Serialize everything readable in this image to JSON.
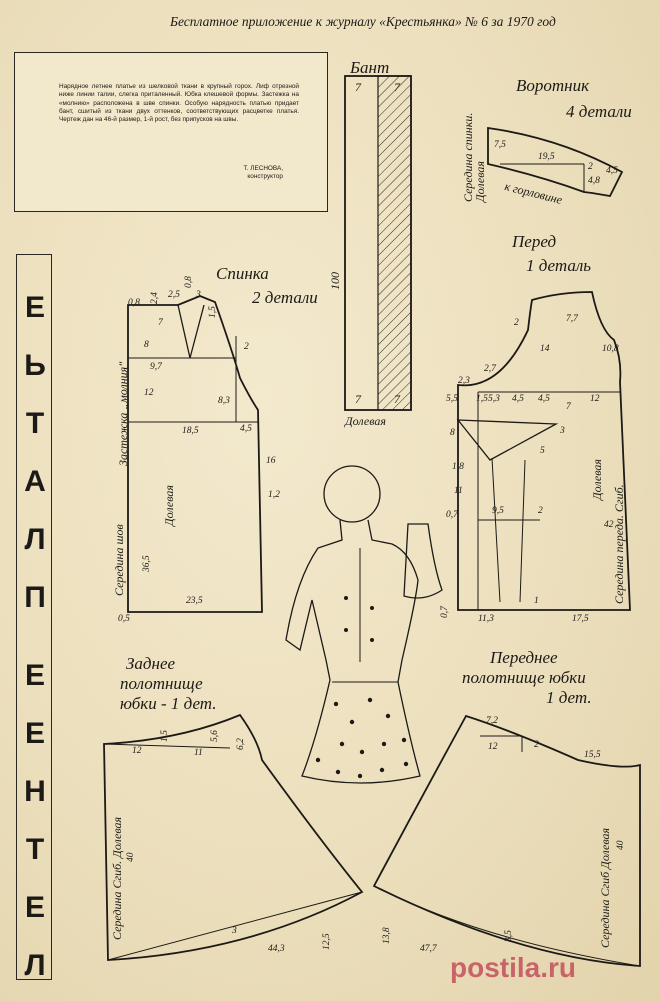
{
  "header": {
    "text": "Бесплатное приложение к журналу «Крестьянка» № 6 за 1970 год"
  },
  "description": {
    "body": "Нарядное летнее платье из шелковой ткани в крупный горох. Лиф отрезной ниже линии талии, слегка приталенный. Юбка клешевой формы. Застежка на «молнию» расположена в шве спинки. Особую нарядность платью придает бант, сшитый из ткани двух оттенков, соответствующих расцветке платья. Чертеж дан на 46-й размер, 1-й рост, без припусков на швы.",
    "author": "Т. ЛЕСНОВА,",
    "author_role": "конструктор"
  },
  "title_letters": [
    "Л",
    "Е",
    "Т",
    "Н",
    "Е",
    "Е",
    "П",
    "Л",
    "А",
    "Т",
    "Ь",
    "Е"
  ],
  "bow": {
    "title": "Бант",
    "grain": "Долевая",
    "len": "100",
    "w1": "7",
    "w2": "7",
    "w3": "7",
    "w4": "7"
  },
  "collar": {
    "title": "Воротник",
    "count": "4 детали",
    "side": "Середина спинки. Долевая",
    "neck": "к горловине",
    "m1": "7,5",
    "m2": "19,5",
    "m3": "2",
    "m4": "4,8",
    "m5": "4,5"
  },
  "front": {
    "title": "Перед",
    "count": "1 деталь",
    "side": "Середина переда. Сгиб.",
    "grain": "Долевая",
    "m": [
      "2",
      "7,7",
      "14",
      "10,8",
      "2,3",
      "2,7",
      "5,5",
      "1,5",
      "5,3",
      "4,5",
      "4,5",
      "7",
      "12",
      "3",
      "8",
      "5",
      "1,8",
      "11",
      "0,7",
      "9,5",
      "2",
      "42",
      "1",
      "11,3",
      "17,5",
      "0,7"
    ]
  },
  "back": {
    "title": "Спинка",
    "count": "2 детали",
    "seam": "Середина шов",
    "zip": "Застежка „молния\"",
    "grain": "Долевая",
    "m": [
      "0,8",
      "2,4",
      "2,5",
      "3",
      "0,8",
      "1,5",
      "7",
      "2",
      "8",
      "9,7",
      "12",
      "8,3",
      "18,5",
      "4,5",
      "16",
      "1,2",
      "36,5",
      "23,5",
      "0,5"
    ]
  },
  "back_skirt": {
    "title": "Заднее",
    "title2": "полотнище",
    "title3": "юбки - 1 дет.",
    "side": "Середина Сгиб. Долевая",
    "m": [
      "1,5",
      "5,6",
      "6,2",
      "12",
      "11",
      "40",
      "3",
      "44,3",
      "12,5"
    ]
  },
  "front_skirt": {
    "title": "Переднее",
    "title2": "полотнище юбки",
    "title3": "1 дет.",
    "side": "Середина Сгиб Долевая",
    "m": [
      "7,2",
      "12",
      "2",
      "15,5",
      "40",
      "13,8",
      "3,5",
      "47,7"
    ]
  },
  "watermark": "postila.ru",
  "colors": {
    "paper": "#efe3c3",
    "ink": "#1c1a16",
    "watermark": "#c03c50"
  }
}
